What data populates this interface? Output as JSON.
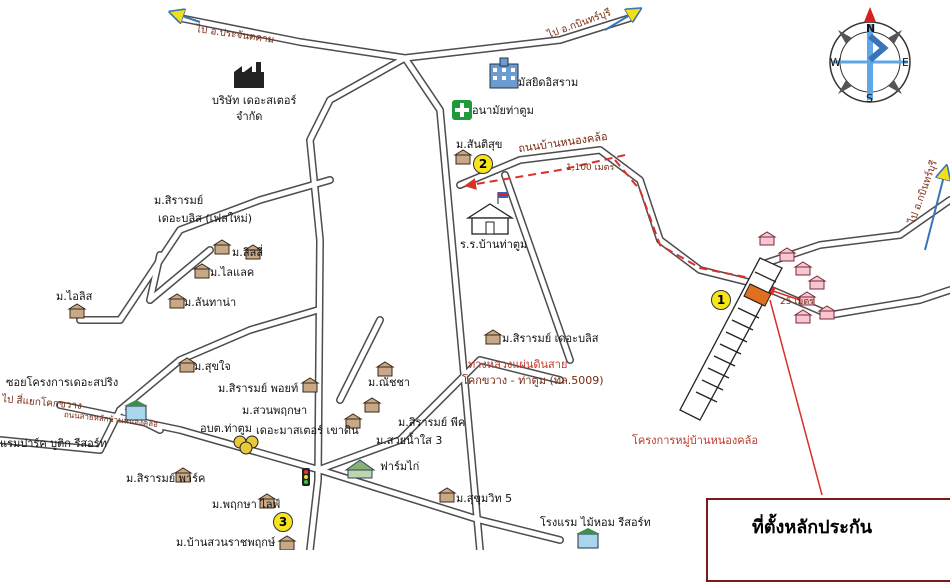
{
  "roads": {
    "to_prachantakham": "ไป อ.ประจันตคาม",
    "to_kabinburi_top": "ไป อ.กบินทร์บุรี",
    "to_kabinburi_right": "ไป อ.กบินทร์บุรี",
    "nong_klong_road": "ถนนบ้านหนองคล้อ",
    "distance_1100": "1,100 เมตร",
    "distance_25": "25 เมตร",
    "highway_name": "ทางหลวงแผ่นดินสาย",
    "highway_route": "โคกขวาง - ท่าตูม (ทล.5009)",
    "left_road": "ไป สี่แยกโคกขวาง",
    "left_road_2": "ถนนสายหลักบ้านหนองคล้อ"
  },
  "places": {
    "factory": "บริษัท เดอะสเตอร์",
    "factory_2": "จำกัด",
    "mosque": "มัสยิดอิสราม",
    "health_center": "อนามัยท่าตูม",
    "santisuk": "ม.สันติสุข",
    "school": "ร.ร.บ้านท่าตูม",
    "sirarom_bliss_new": "ม.สิรารมย์",
    "sirarom_bliss_new_2": "เดอะบลิส (เฟสใหม่)",
    "lily": "ม.ลิลลี่",
    "silac": "ม.ไลแลค",
    "lanthana": "ม.ลันทาน่า",
    "ailis": "ม.ไอลิส",
    "sirarom_bliss": "ม.สิรารมย์ เดอะบลิส",
    "sukjai": "ม.สุขใจ",
    "sirarom_point": "ม.สิรารมย์ พอยท์",
    "suanprueksa": "ม.สวนพฤกษา",
    "master_garden": "เดอะมาสเตอร์ เขาดิน",
    "tambon_office": "อบต.ท่าตูม",
    "wanitcha": "ม.ณัชชา",
    "sirarom_peak": "ม.สิรารมย์ พีค",
    "suaynamsai": "ม.สวยน้ำใส 3",
    "chicken_farm": "ฟาร์มไก่",
    "sukhumvit5": "ม.สุขุมวิท 5",
    "sirarom_park": "ม.สิรารมย์ พาร์ค",
    "prueksa_life": "ม.พฤกษา ไลฟ์",
    "ban_suan": "ม.บ้านสวนราชพฤกษ์",
    "soi_project": "ซอยโครงการเดอะสปริง",
    "resort_left": "แรมปาร์ค บูติก รีสอร์ท",
    "resort_bottom": "โรงแรม ไม้หอม รีสอร์ท",
    "nong_klong_project": "โครงการหมู่บ้านหนองคล้อ"
  },
  "badges": {
    "one": "1",
    "two": "2",
    "three": "3"
  },
  "compass": {
    "n": "N",
    "s": "S",
    "e": "E",
    "w": "W"
  },
  "callout": {
    "title": "ที่ตั้งหลักประกัน"
  },
  "colors": {
    "road": "#555555",
    "route_dashed": "#d9302a",
    "arrow_head": "#f2e017",
    "compass_blue": "#5ea6e6",
    "health_green": "#1f9a3a"
  }
}
